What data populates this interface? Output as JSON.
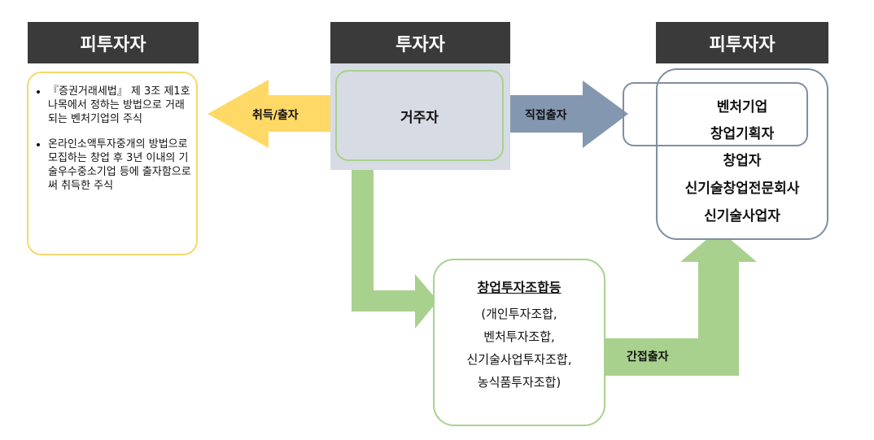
{
  "headers": {
    "left": "피투자자",
    "center": "투자자",
    "right": "피투자자"
  },
  "left_box": {
    "items": [
      "『증권거래세법』 제 3조 제1호 나목에서 정하는 방법으로 거래되는 벤처기업의 주식",
      "온라인소액투자중개의 방법으로 모집하는 창업 후 3년 이내의 기술우수중소기업 등에 출자함으로써 취득한 주식"
    ]
  },
  "center_box": {
    "label": "거주자"
  },
  "arrows": {
    "left": "취득/출자",
    "right": "직접출자",
    "up": "간접출자",
    "colors": {
      "left": "#ffd966",
      "right": "#8497b0",
      "green": "#a9d18e"
    }
  },
  "right_box": {
    "items": [
      "벤처기업",
      "창업기획자",
      "창업자",
      "신기술창업전문회사",
      "신기술사업자"
    ]
  },
  "bottom_box": {
    "title": "창업투자조합등",
    "lines": [
      "(개인투자조합,",
      "벤처투자조합,",
      "신기술사업투자조합,",
      "농식품투자조합)"
    ]
  }
}
